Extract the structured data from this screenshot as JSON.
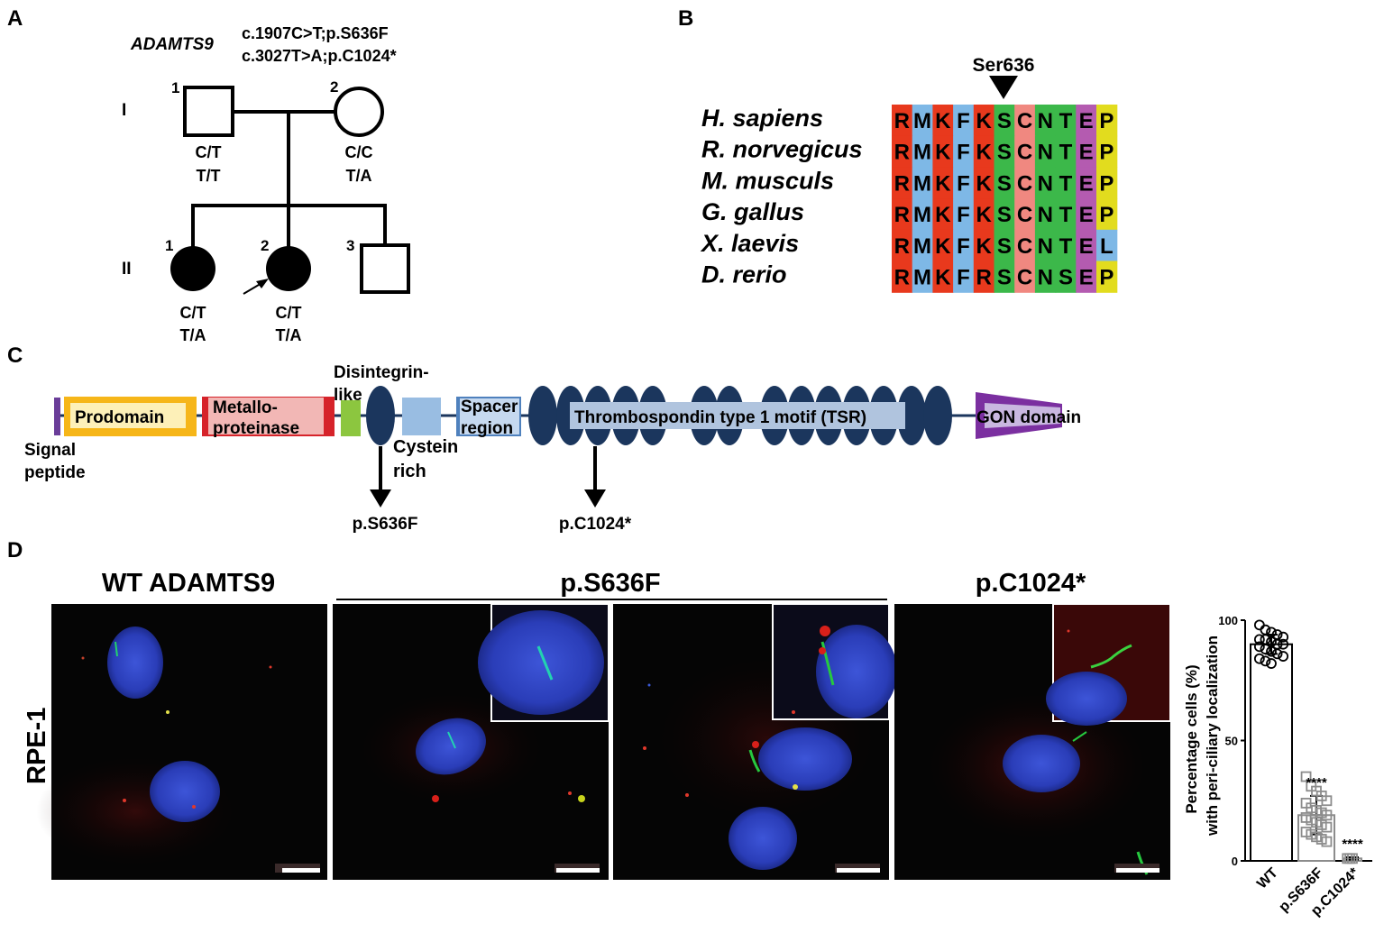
{
  "panels": {
    "a": "A",
    "b": "B",
    "c": "C",
    "d": "D"
  },
  "pedigree": {
    "gene": "ADAMTS9",
    "variant1": "c.1907C>T;p.S636F",
    "variant2": "c.3027T>A;p.C1024*",
    "gen1": "I",
    "gen2": "II",
    "members": [
      {
        "num": "1",
        "g1": "C/T",
        "g2": "T/T",
        "sex": "male",
        "affected": false
      },
      {
        "num": "2",
        "g1": "C/C",
        "g2": "T/A",
        "sex": "female",
        "affected": false
      },
      {
        "num": "1",
        "g1": "C/T",
        "g2": "T/A",
        "sex": "female",
        "affected": true
      },
      {
        "num": "2",
        "g1": "C/T",
        "g2": "T/A",
        "sex": "female",
        "affected": true,
        "proband": true
      },
      {
        "num": "3",
        "g1": "",
        "g2": "",
        "sex": "male",
        "affected": false
      }
    ]
  },
  "alignment": {
    "marker": "Ser636",
    "species": [
      "H. sapiens",
      "R. norvegicus",
      "M. musculs",
      "G. gallus",
      "X. laevis",
      "D. rerio"
    ],
    "sequences": [
      "RMKFKSCNTEP",
      "RMKFKSCNTEP",
      "RMKFKSCNTEP",
      "RMKFKSCNTEP",
      "RMKFKSCNTEL",
      "RMKFRSCNSEP"
    ],
    "residue_colors": {
      "R": "#e8391d",
      "M": "#7eb8e6",
      "K": "#e8391d",
      "F": "#7eb8e6",
      "S": "#3cb84a",
      "C": "#f08880",
      "N": "#3cb84a",
      "T": "#3cb84a",
      "E": "#b45bb0",
      "P": "#e2dc1e",
      "L": "#7eb8e6"
    }
  },
  "domains": {
    "signal": "Signal peptide",
    "signal_l1": "Signal",
    "signal_l2": "peptide",
    "prodomain": "Prodomain",
    "metallo_l1": "Metallo-",
    "metallo_l2": "proteinase",
    "disint_l1": "Disintegrin-",
    "disint_l2": "like",
    "cys_l1": "Cystein",
    "cys_l2": "rich",
    "spacer_l1": "Spacer",
    "spacer_l2": "region",
    "tsr": "Thrombospondin type 1 motif (TSR)",
    "gon": "GON domain",
    "mut1": "p.S636F",
    "mut2": "p.C1024*",
    "colors": {
      "prodomain": "#f6b619",
      "prodomain_inner": "#fdf0b8",
      "metallo": "#d6232a",
      "metallo_inner": "#f2b7b5",
      "disint": "#8cc63f",
      "cys": "#99bde2",
      "spacer": "#4f81bd",
      "spacer_inner": "#c6d9ef",
      "tsr": "#1b365d",
      "gon": "#7b2fa0",
      "gon_inner": "#c9b7e0",
      "signal": "#6a3d99"
    }
  },
  "microscopy": {
    "cell_line": "RPE-1",
    "titles": [
      "WT ADAMTS9",
      "p.S636F",
      "p.C1024*"
    ]
  },
  "chart_data": {
    "type": "bar",
    "categories": [
      "WT",
      "p.S636F",
      "p.C1024*"
    ],
    "values": [
      90,
      19,
      1
    ],
    "errors": [
      4,
      8,
      0.5
    ],
    "ylabel_l1": "Percentage cells (%)",
    "ylabel_l2": "with peri-ciliary localization",
    "ylim": [
      0,
      100
    ],
    "yticks": [
      "0",
      "50",
      "100"
    ],
    "significance": [
      "",
      "****",
      "****"
    ],
    "points": {
      "WT": [
        98,
        96,
        95,
        94,
        93,
        92,
        92,
        91,
        90,
        90,
        89,
        88,
        87,
        86,
        85,
        84,
        83,
        82
      ],
      "p.S636F": [
        35,
        31,
        29,
        27,
        25,
        24,
        22,
        21,
        20,
        19,
        18,
        17,
        16,
        15,
        14,
        12,
        11,
        10,
        9,
        8
      ],
      "p.C1024*": [
        1,
        1,
        1
      ]
    },
    "colors": {
      "WT": "#000000",
      "p.S636F": "#8c8c8c",
      "p.C1024*": "#8c8c8c"
    }
  }
}
